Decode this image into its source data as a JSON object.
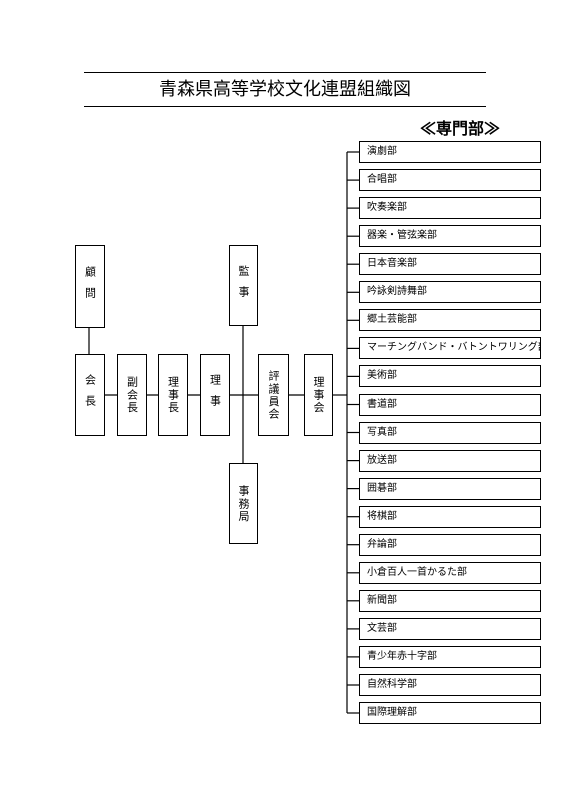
{
  "title": "青森県高等学校文化連盟組織図",
  "section_label": "≪専門部≫",
  "org": {
    "komon": "顧問",
    "kaicho": "会長",
    "fukukaicho": "副会長",
    "rijicho": "理事長",
    "riji": "理事",
    "kanji": "監事",
    "hyogiinkai": "評議員会",
    "jimukyoku": "事務局",
    "rijikai": "理事会"
  },
  "departments": [
    "演劇部",
    "合唱部",
    "吹奏楽部",
    "器楽・管弦楽部",
    "日本音楽部",
    "吟詠剣詩舞部",
    "郷土芸能部",
    "マーチングバンド・バトントワリング部",
    "美術部",
    "書道部",
    "写真部",
    "放送部",
    "囲碁部",
    "将棋部",
    "弁論部",
    "小倉百人一首かるた部",
    "新聞部",
    "文芸部",
    "青少年赤十字部",
    "自然科学部",
    "国際理解部"
  ]
}
